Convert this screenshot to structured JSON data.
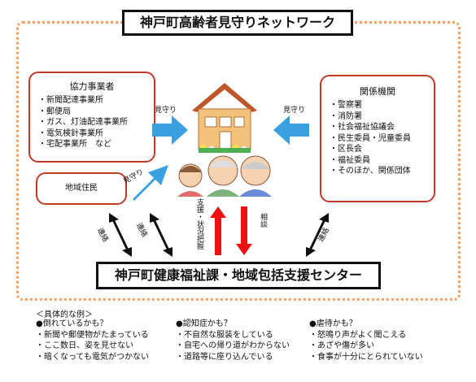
{
  "title_top": "神戸町高齢者見守りネットワーク",
  "title_bottom": "神戸町健康福祉課・地域包括支援センター",
  "partners": {
    "heading": "協力事業者",
    "items": [
      "・新聞配達事業所",
      "・郵便局",
      "・ガス、灯油配達事業所",
      "・電気検針事業所",
      "・宅配事業所　など"
    ]
  },
  "related": {
    "heading": "関係機関",
    "items": [
      "・警察署",
      "・消防署",
      "・社会福祉協議会",
      "・民生委員・児童委員",
      "・区長会",
      "・福祉委員",
      "・そのほか、関係団体"
    ]
  },
  "residents_label": "地域住民",
  "labels": {
    "mimamori_left": "見守り",
    "mimamori_right": "見守り",
    "mimamori_residents": "見守り",
    "support": "支援・状況把握",
    "consult": "相談",
    "renraku_left": "連絡",
    "renraku_mid": "連絡",
    "renraku_right": "連絡"
  },
  "examples": {
    "heading": "＜具体的な例＞",
    "columns": [
      {
        "title": "●倒れているかも？",
        "items": [
          "・新聞や郵便物がたまっている",
          "・ここ数日、姿を見せない",
          "・暗くなっても電気がつかない"
        ]
      },
      {
        "title": "●認知症かも？",
        "items": [
          "・不自然な服装をしている",
          "・自宅への帰り道がわからない",
          "・道路等に座り込んでいる"
        ]
      },
      {
        "title": "●虐待かも？",
        "items": [
          "・怒鳴り声がよく聞こえる",
          "・あざや傷が多い",
          "・食事が十分にとられていない"
        ]
      }
    ]
  },
  "colors": {
    "frame": "#f5a060",
    "box_border": "#c0392b",
    "blue_arrow": "#3aa0e0",
    "red_arrow": "#e11",
    "house_wall": "#f2c27a",
    "roof": "#c0572b"
  },
  "icons": [
    "house-icon",
    "elderly-people-icon",
    "flower-icon"
  ]
}
